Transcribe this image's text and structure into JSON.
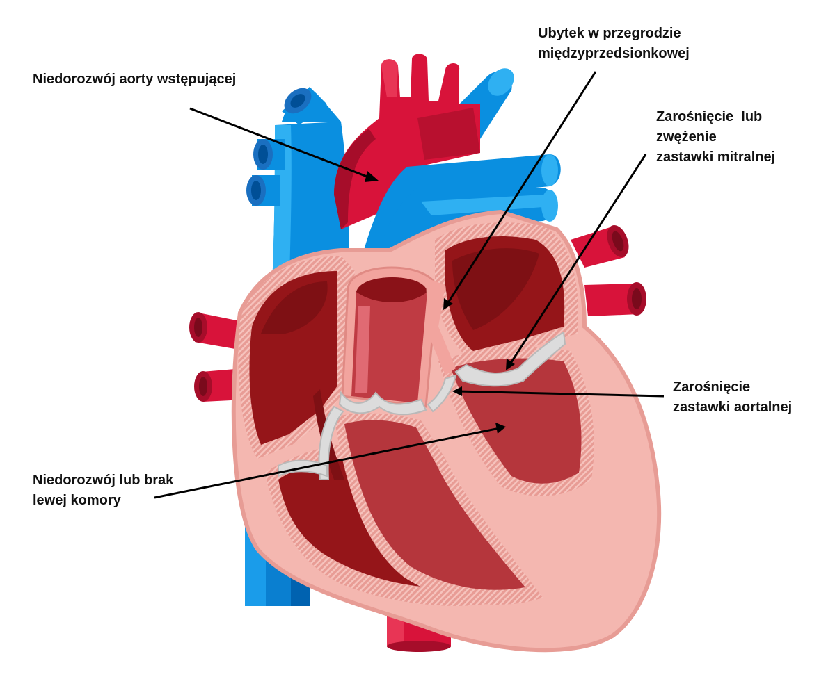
{
  "labels": {
    "aorta": {
      "lines": [
        "Niedorozwój aorty wstępującej"
      ]
    },
    "septum": {
      "lines": [
        "Ubytek w przegrodzie",
        "międzyprzedsionkowej"
      ]
    },
    "mitral": {
      "lines": [
        "Zarośnięcie  lub",
        "zwężenie",
        "zastawki mitralnej"
      ]
    },
    "aortic": {
      "lines": [
        "Zarośnięcie",
        "zastawki aortalnej"
      ]
    },
    "left_ventricle": {
      "lines": [
        "Niedorozwój lub brak",
        "lewej komory"
      ]
    }
  },
  "colors": {
    "vein_blue": "#0a8fe0",
    "vein_dark": "#0062b0",
    "artery_red": "#d8133a",
    "artery_dark": "#a60d2a",
    "myocardium": "#f4b7b0",
    "chamber": "#951519",
    "chamber_light": "#b53a3f",
    "valve": "#dcdcdc",
    "leader": "#000000"
  }
}
